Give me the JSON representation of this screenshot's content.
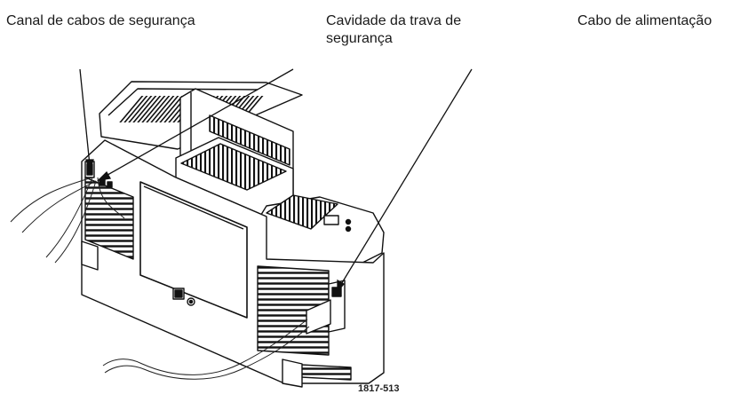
{
  "callouts": {
    "security_cable_channel": "Canal de cabos de segurança",
    "security_lock_cavity": "Cavidade da trava de segurança",
    "power_cord": "Cabo de alimentação"
  },
  "figure_id": "1817-513"
}
